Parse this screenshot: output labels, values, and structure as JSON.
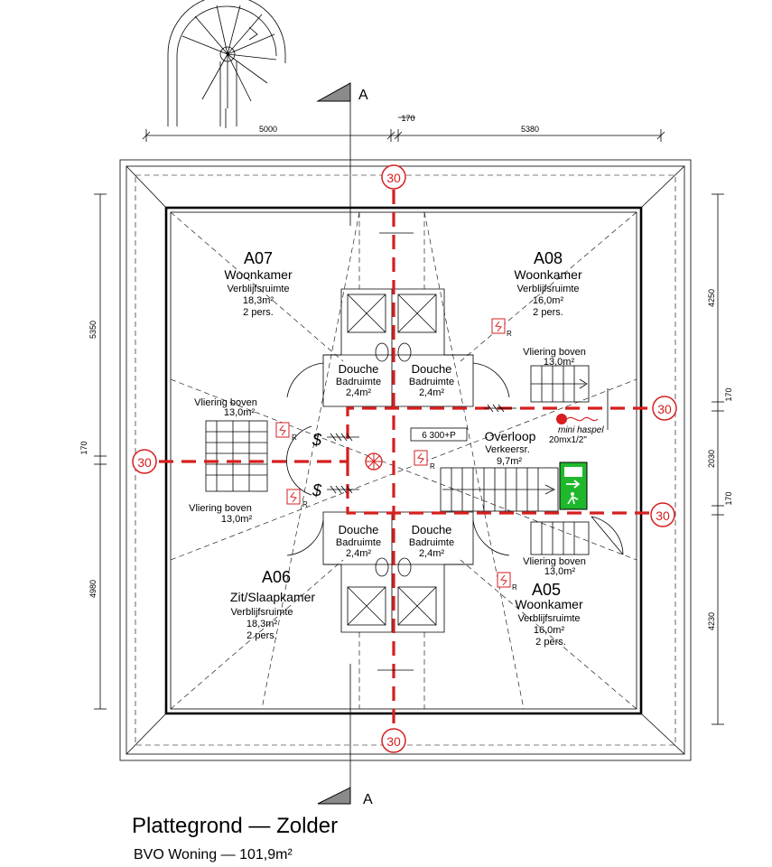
{
  "drawing": {
    "title": "Plattegrond — Zolder",
    "subtitle": "BVO Woning — 101,9m²"
  },
  "section_marker": "A",
  "dimensions": {
    "top_left": "5000",
    "top_mid": "170",
    "top_right": "5380",
    "left_top": "5350",
    "left_mid": "170",
    "left_bottom": "4980",
    "right_top": "4250",
    "right_mid1": "170",
    "right_mid2": "2030",
    "right_mid3": "170",
    "right_bottom": "4230"
  },
  "fire_rating": "30",
  "rooms": {
    "a07": {
      "code": "A07",
      "name": "Woonkamer",
      "type": "Verblijfsruimte",
      "area": "18,3m²",
      "persons": "2 pers."
    },
    "a08": {
      "code": "A08",
      "name": "Woonkamer",
      "type": "Verblijfsruimte",
      "area": "16,0m²",
      "persons": "2 pers."
    },
    "a06": {
      "code": "A06",
      "name": "Zit/Slaapkamer",
      "type": "Verblijfsruimte",
      "area": "18,3m²",
      "persons": "2 pers."
    },
    "a05": {
      "code": "A05",
      "name": "Woonkamer",
      "type": "Verblijfsruimte",
      "area": "16,0m²",
      "persons": "2 pers."
    },
    "overloop": {
      "name": "Overloop",
      "type": "Verkeersr.",
      "area": "9,7m²"
    }
  },
  "showers": {
    "tl": {
      "name": "Douche",
      "type": "Badruimte",
      "area": "2,4m²"
    },
    "tr": {
      "name": "Douche",
      "type": "Badruimte",
      "area": "2,4m²"
    },
    "bl": {
      "name": "Douche",
      "type": "Badruimte",
      "area": "2,4m²"
    },
    "br": {
      "name": "Douche",
      "type": "Badruimte",
      "area": "2,4m²"
    }
  },
  "attic_labels": {
    "label": "Vliering boven",
    "left_upper_area": "13,0m²",
    "left_lower_area": "13,0m²",
    "right_upper_area": "13,0m²",
    "right_lower_area": "13,0m²"
  },
  "fire_equipment": {
    "extinguisher_tag": "6 300+P",
    "hose_label": "mini haspel",
    "hose_spec": "20mx1/2\"",
    "detector_suffix": "R"
  },
  "colors": {
    "fire_line": "#d61f1f",
    "exit_sign": "#1fb82d"
  }
}
